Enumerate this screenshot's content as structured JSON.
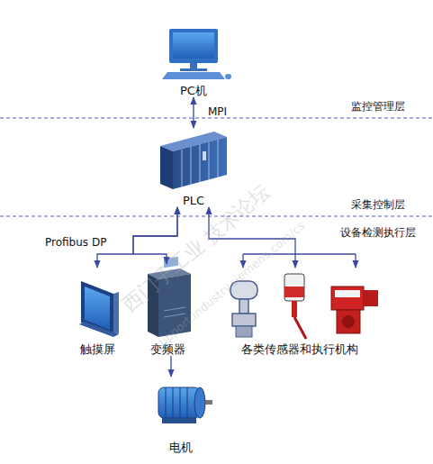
{
  "diagram": {
    "nodes": [
      {
        "text": [
          "PC机"
        ]
      },
      {
        "text": [
          "PLC"
        ]
      },
      {
        "text": [
          "触摸屏"
        ]
      },
      {
        "text": [
          "变频器"
        ]
      },
      {
        "text": [
          "各类传感器和执行机构"
        ]
      },
      {
        "text": [
          "电机"
        ]
      }
    ],
    "edges": [
      {
        "from": 0,
        "to": 1,
        "label": "MPI",
        "arrow": "both"
      },
      {
        "from": 1,
        "to": 2,
        "arrow": "both"
      },
      {
        "from": 1,
        "to": 3,
        "arrow": "both"
      },
      {
        "from": 1,
        "to": 4,
        "arrow": "both"
      },
      {
        "from": 3,
        "to": 5,
        "arrow": "to"
      }
    ],
    "labels": [
      "监控管理层",
      "采集控制层",
      "设备检测执行层",
      "Profibus DP",
      "西门子工业 技术论坛",
      "support.industry.siemens.com/cs"
    ]
  }
}
